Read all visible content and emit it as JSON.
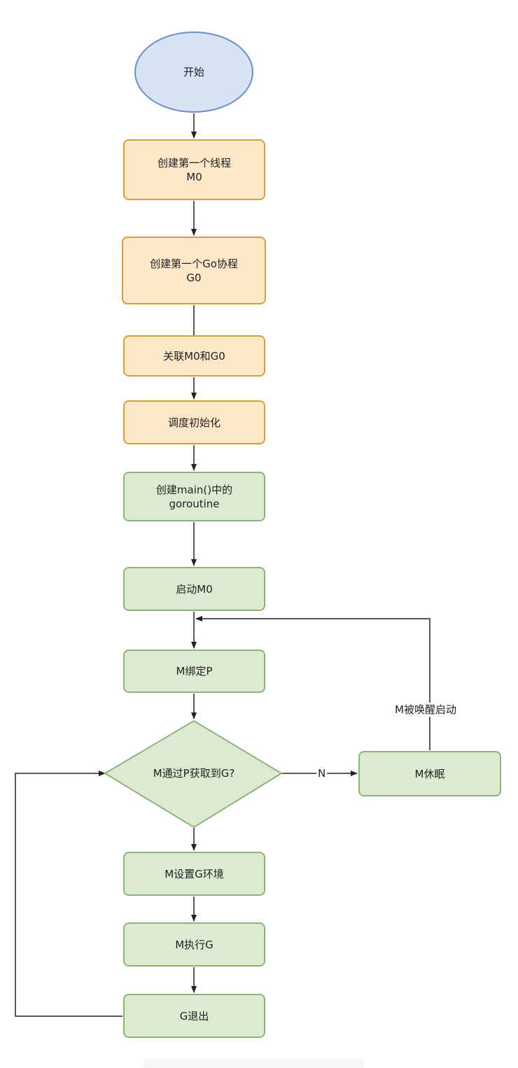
{
  "nodes": {
    "start": "开始",
    "create_m0_line1": "创建第一个线程",
    "create_m0_line2": "M0",
    "create_g0_line1": "创建第一个Go协程",
    "create_g0_line2": "G0",
    "link": "关联M0和G0",
    "sched_init": "调度初始化",
    "main_line1": "创建main()中的",
    "main_line2": "goroutine",
    "start_m0": "启动M0",
    "bind_p": "M绑定P",
    "decision": "M通过P获取到G?",
    "sleep": "M休眠",
    "set_env": "M设置G环境",
    "exec_g": "M执行G",
    "g_exit": "G退出"
  },
  "edge_labels": {
    "no": "N",
    "wakeup": "M被唤醒启动"
  },
  "colors": {
    "orange_fill": "#fde7c9",
    "orange_stroke": "#d6a13c",
    "green_fill": "#dbead0",
    "green_stroke": "#8db37a",
    "blue_fill": "#d6e4f6",
    "blue_stroke": "#6b8fc7",
    "edge": "#222222"
  }
}
